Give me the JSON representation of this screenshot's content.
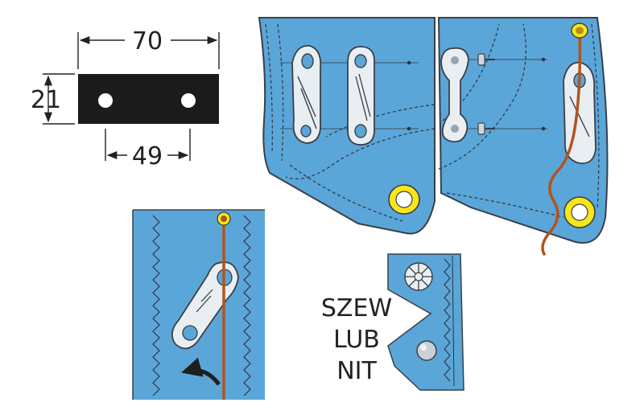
{
  "dimensions": {
    "length": "70",
    "height": "21",
    "hole_spacing": "49"
  },
  "callout": {
    "line1": "SZEW",
    "line2": "LUB",
    "line3": "NIT"
  },
  "colors": {
    "sail_blue": "#5ba6d8",
    "outline": "#3a3f48",
    "stitch": "#2e3440",
    "cord": "#b1541e",
    "grommet": "#f6e61a",
    "plate": "#1b1b1b",
    "cleat": "#e9eef2"
  },
  "icons": [
    "dimension-arrow",
    "cam-cleat-icon",
    "grommet-icon",
    "screw-icon",
    "cord-icon",
    "curved-arrow-icon",
    "rivet-icon"
  ]
}
